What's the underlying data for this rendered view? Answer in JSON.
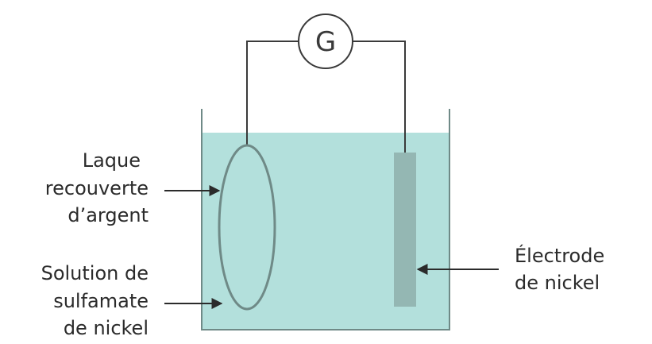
{
  "galvanometer": {
    "symbol": "G"
  },
  "labels": {
    "laque": [
      "Laque",
      "recouverte",
      "d’argent"
    ],
    "solution": [
      "Solution de",
      "sulfamate",
      "de nickel"
    ],
    "electrode": [
      "Électrode",
      "de nickel"
    ]
  },
  "colors": {
    "solution": "#b3e0dc",
    "electrode": "#94b7b3",
    "outline": "#6f8a87",
    "wire": "#3a3a3a",
    "arrow": "#2b2b2b",
    "text": "#2b2b2b"
  }
}
